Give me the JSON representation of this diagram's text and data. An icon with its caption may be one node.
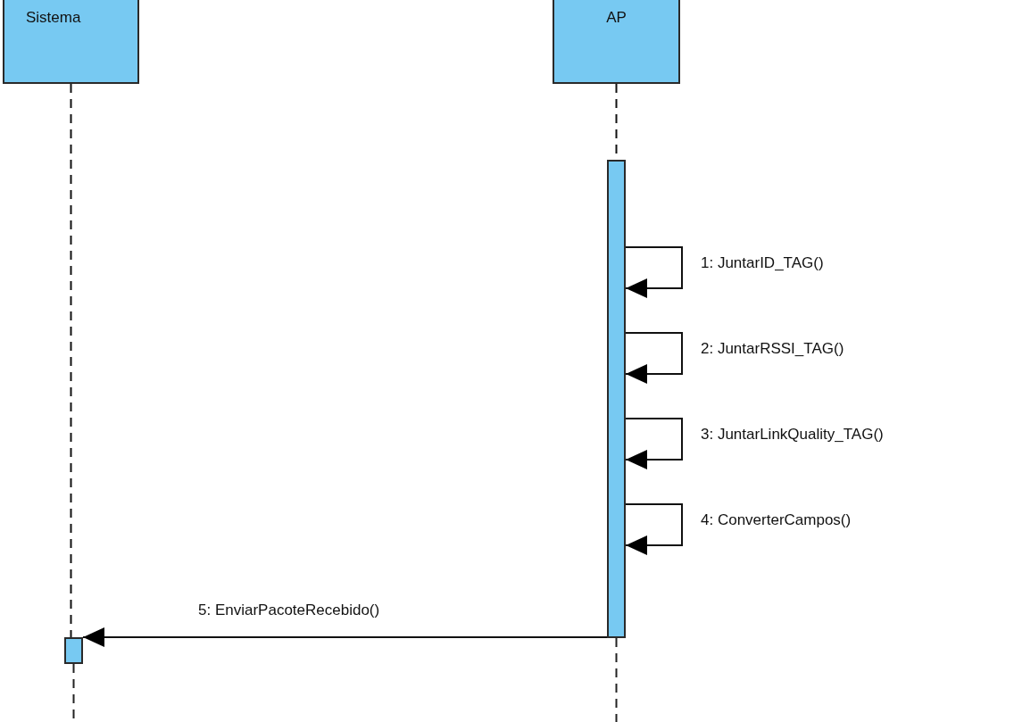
{
  "diagram": {
    "nodes": [
      {
        "text": [
          "Sistema"
        ]
      },
      {
        "text": [
          "AP"
        ]
      },
      {
        "text": [],
        "shape": "bar"
      },
      {
        "text": [],
        "shape": "bar"
      }
    ],
    "edges": [
      {
        "from": 0,
        "to": 3,
        "arrow": "none",
        "style": "dashed"
      },
      {
        "from": 1,
        "to": 2,
        "arrow": "none",
        "style": "dashed"
      },
      {
        "from": 2,
        "to": 2,
        "arrow": "to",
        "label": "1: JuntarID_TAG()"
      },
      {
        "from": 2,
        "to": 2,
        "arrow": "to",
        "label": "2: JuntarRSSI_TAG()"
      },
      {
        "from": 2,
        "to": 2,
        "arrow": "to",
        "label": "3: JuntarLinkQuality_TAG()"
      },
      {
        "from": 2,
        "to": 2,
        "arrow": "to",
        "label": "4: ConverterCampos()"
      },
      {
        "from": 2,
        "to": 3,
        "arrow": "to",
        "label": "5: EnviarPacoteRecebido()"
      }
    ]
  }
}
